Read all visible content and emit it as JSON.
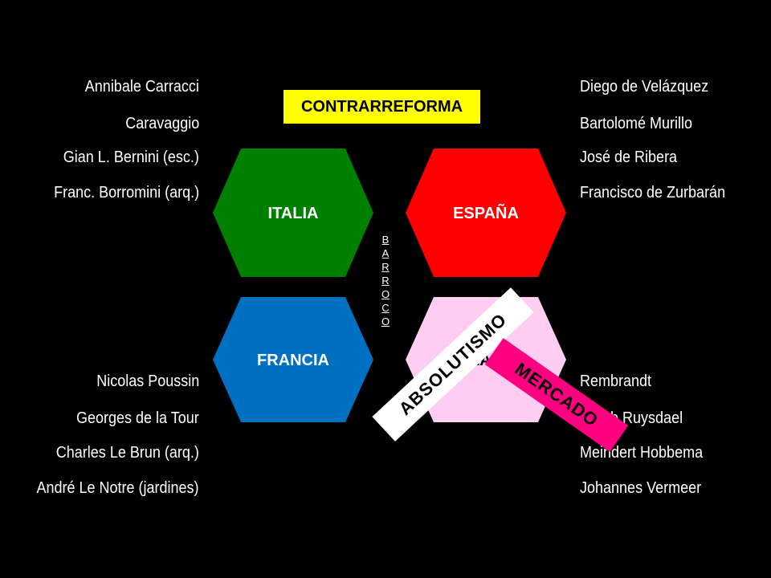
{
  "banner": {
    "text": "CONTRARREFORMA"
  },
  "vertical_word": [
    "B",
    "A",
    "R",
    "R",
    "O",
    "C",
    "O"
  ],
  "countries": {
    "italia": {
      "label": "ITALIA",
      "color": "#008000"
    },
    "espana": {
      "label": "ESPAÑA",
      "color": "#ff0000"
    },
    "francia": {
      "label": "FRANCIA",
      "color": "#0070c0"
    },
    "holanda": {
      "label": "HOLANDA",
      "color": "#ffccf2"
    }
  },
  "bands": {
    "absolutismo": "ABSOLUTISMO",
    "mercado": "MERCADO"
  },
  "artists": {
    "italia": [
      "Annibale Carracci",
      "Caravaggio",
      "Gian L. Bernini (esc.)",
      "Franc. Borromini (arq.)"
    ],
    "espana": [
      "Diego de Velázquez",
      "Bartolomé Murillo",
      "José de Ribera",
      "Francisco de Zurbarán"
    ],
    "francia": [
      "Nicolas Poussin",
      "Georges de la Tour",
      "Charles Le Brun (arq.)",
      "André Le Notre (jardines)"
    ],
    "holanda": [
      "Rembrandt",
      "Jacob Ruysdael",
      "Meindert Hobbema",
      "Johannes Vermeer"
    ]
  }
}
